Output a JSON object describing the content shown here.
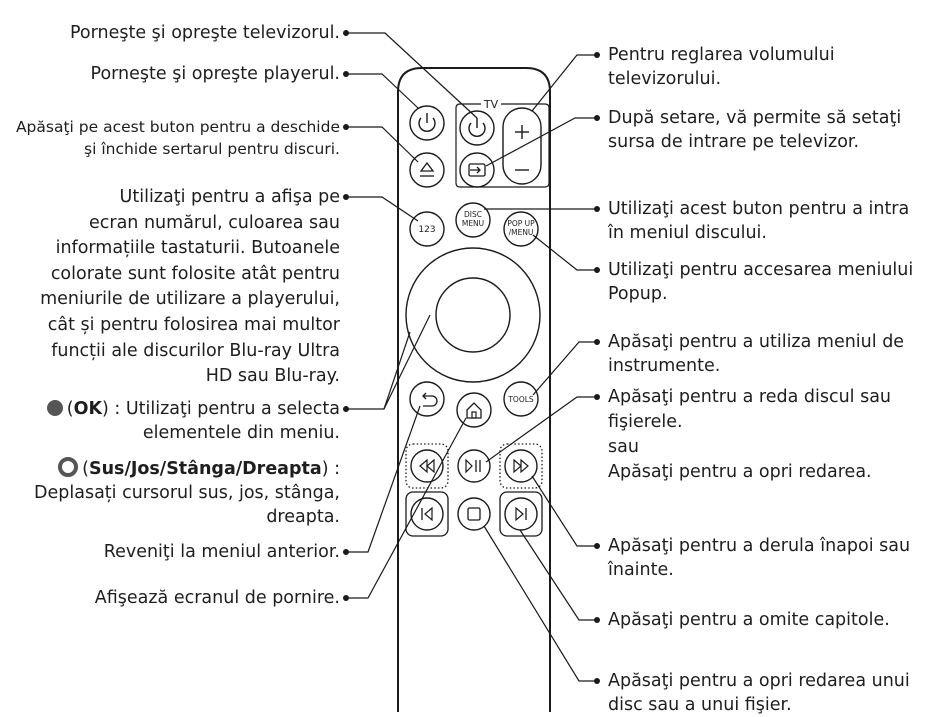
{
  "left": {
    "power_tv": "Porneşte şi opreşte televizorul.",
    "power_player": "Porneşte şi opreşte playerul.",
    "eject_1": "Apăsaţi pe acest buton pentru a deschide",
    "eject_2": "şi închide sertarul pentru discuri.",
    "num_1": "Utilizaţi pentru a afişa pe",
    "num_2": "ecran numărul, culoarea sau",
    "num_3": "informațiile tastaturii. Butoanele",
    "num_4": "colorate sunt folosite atât pentru",
    "num_5": "meniurile de utilizare a playerului,",
    "num_6": "cât și pentru folosirea mai multor",
    "num_7": "funcții ale discurilor Blu-ray Ultra",
    "num_8": "HD sau Blu-ray.",
    "ok_open": "(",
    "ok_bold": "OK",
    "ok_rest": ") : Utilizaţi pentru a selecta",
    "ok_2": "elementele din meniu.",
    "nav_open": "(",
    "nav_bold": "Sus/Jos/Stânga/Dreapta",
    "nav_rest": ") :",
    "nav_2": "Deplasați cursorul sus, jos, stânga,",
    "nav_3": "dreapta.",
    "back": "Reveniţi la meniul anterior.",
    "home": "Afişează ecranul de pornire."
  },
  "right": {
    "vol_1": "Pentru reglarea volumului",
    "vol_2": "televizorului.",
    "src_1": "După setare, vă permite să setaţi",
    "src_2": "sursa de intrare pe televizor.",
    "disc_1": "Utilizaţi acest buton pentru a intra",
    "disc_2": "în meniul discului.",
    "popup_1": "Utilizaţi pentru accesarea meniului",
    "popup_2": "Popup.",
    "tools_1": "Apăsaţi pentru a utiliza meniul de",
    "tools_2": "instrumente.",
    "play_1": "Apăsaţi pentru a reda discul sau",
    "play_2": "fişierele.",
    "play_or": "sau",
    "play_3": "Apăsaţi pentru a opri redarea.",
    "rew_1": "Apăsaţi pentru a derula înapoi sau",
    "rew_2": "înainte.",
    "skip": "Apăsaţi pentru a omite capitole.",
    "stop_1": "Apăsaţi pentru a opri redarea unui",
    "stop_2": "disc sau a unui fişier."
  },
  "remote": {
    "tv_label": "TV",
    "btn_123": "123",
    "disc_menu_1": "DISC",
    "disc_menu_2": "MENU",
    "popup_menu_1": "POP UP",
    "popup_menu_2": "/MENU",
    "tools": "TOOLS"
  },
  "colors": {
    "line": "#1a1a1a",
    "ok_fill": "#555555"
  }
}
